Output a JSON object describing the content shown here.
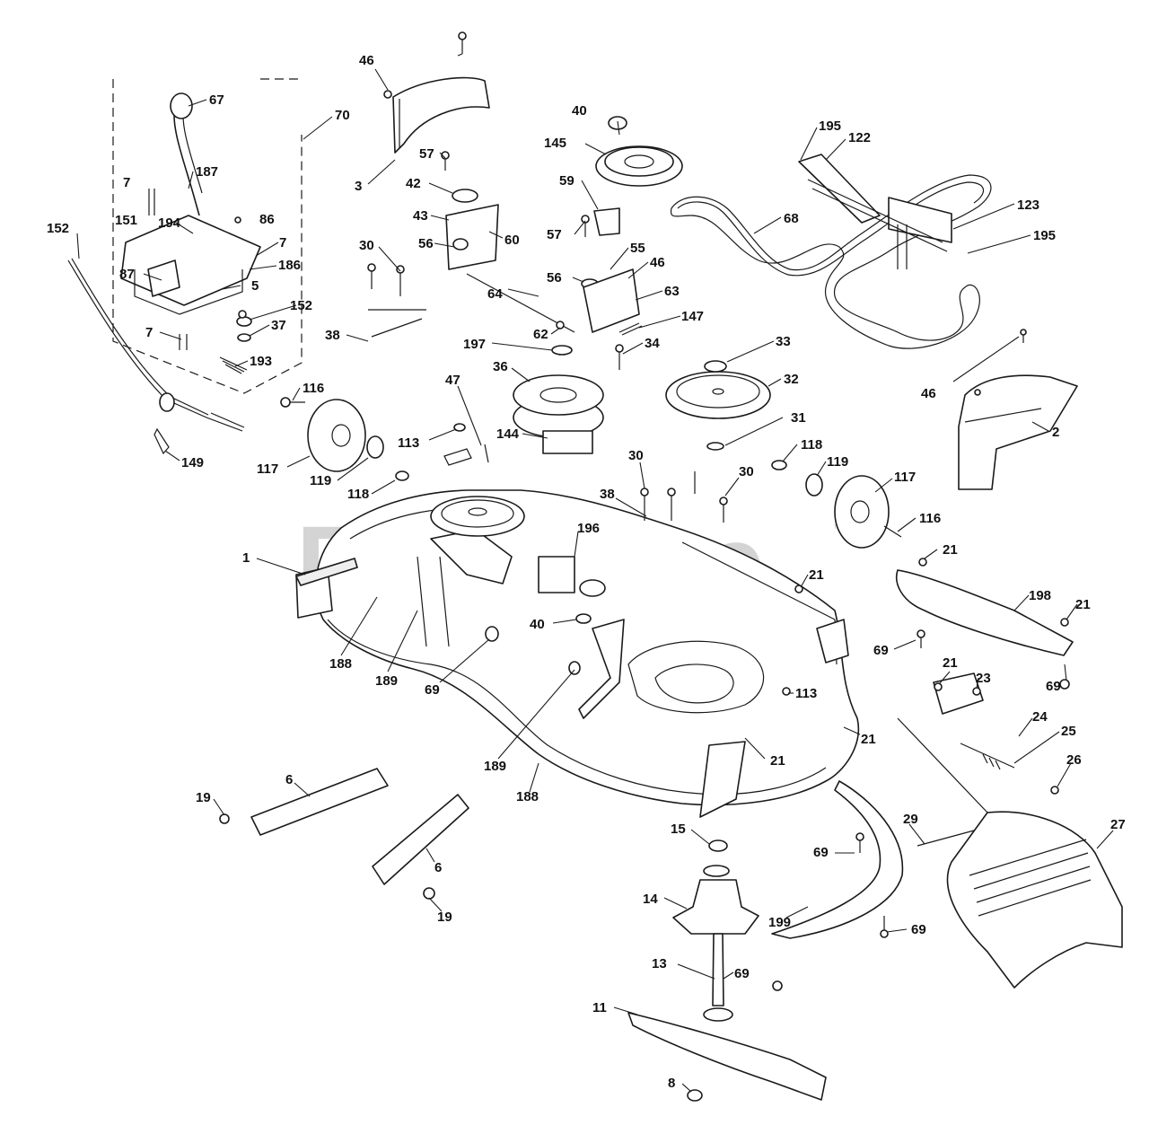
{
  "watermark": {
    "text": "PartsTree",
    "trademark": "™",
    "color": "#bdbdbd"
  },
  "callouts": [
    {
      "id": "c-46a",
      "label": "46"
    },
    {
      "id": "c-67",
      "label": "67"
    },
    {
      "id": "c-70",
      "label": "70"
    },
    {
      "id": "c-3",
      "label": "3"
    },
    {
      "id": "c-40a",
      "label": "40"
    },
    {
      "id": "c-145",
      "label": "145"
    },
    {
      "id": "c-195a",
      "label": "195"
    },
    {
      "id": "c-122",
      "label": "122"
    },
    {
      "id": "c-187",
      "label": "187"
    },
    {
      "id": "c-57a",
      "label": "57"
    },
    {
      "id": "c-42",
      "label": "42"
    },
    {
      "id": "c-59",
      "label": "59"
    },
    {
      "id": "c-7a",
      "label": "7"
    },
    {
      "id": "c-151",
      "label": "151"
    },
    {
      "id": "c-194",
      "label": "194"
    },
    {
      "id": "c-86",
      "label": "86"
    },
    {
      "id": "c-43",
      "label": "43"
    },
    {
      "id": "c-60",
      "label": "60"
    },
    {
      "id": "c-68",
      "label": "68"
    },
    {
      "id": "c-123",
      "label": "123"
    },
    {
      "id": "c-152a",
      "label": "152"
    },
    {
      "id": "c-7b",
      "label": "7"
    },
    {
      "id": "c-30a",
      "label": "30"
    },
    {
      "id": "c-56a",
      "label": "56"
    },
    {
      "id": "c-57b",
      "label": "57"
    },
    {
      "id": "c-55",
      "label": "55"
    },
    {
      "id": "c-195b",
      "label": "195"
    },
    {
      "id": "c-186",
      "label": "186"
    },
    {
      "id": "c-87",
      "label": "87"
    },
    {
      "id": "c-46b",
      "label": "46"
    },
    {
      "id": "c-5",
      "label": "5"
    },
    {
      "id": "c-56b",
      "label": "56"
    },
    {
      "id": "c-64",
      "label": "64"
    },
    {
      "id": "c-63",
      "label": "63"
    },
    {
      "id": "c-152b",
      "label": "152"
    },
    {
      "id": "c-37",
      "label": "37"
    },
    {
      "id": "c-147",
      "label": "147"
    },
    {
      "id": "c-7c",
      "label": "7"
    },
    {
      "id": "c-38a",
      "label": "38"
    },
    {
      "id": "c-62",
      "label": "62"
    },
    {
      "id": "c-197",
      "label": "197"
    },
    {
      "id": "c-34",
      "label": "34"
    },
    {
      "id": "c-33",
      "label": "33"
    },
    {
      "id": "c-193",
      "label": "193"
    },
    {
      "id": "c-36",
      "label": "36"
    },
    {
      "id": "c-32",
      "label": "32"
    },
    {
      "id": "c-46c",
      "label": "46"
    },
    {
      "id": "c-47",
      "label": "47"
    },
    {
      "id": "c-116a",
      "label": "116"
    },
    {
      "id": "c-31",
      "label": "31"
    },
    {
      "id": "c-2",
      "label": "2"
    },
    {
      "id": "c-113a",
      "label": "113"
    },
    {
      "id": "c-144",
      "label": "144"
    },
    {
      "id": "c-118a",
      "label": "118"
    },
    {
      "id": "c-119a",
      "label": "119"
    },
    {
      "id": "c-149",
      "label": "149"
    },
    {
      "id": "c-117a",
      "label": "117"
    },
    {
      "id": "c-119b",
      "label": "119"
    },
    {
      "id": "c-30b",
      "label": "30"
    },
    {
      "id": "c-30c",
      "label": "30"
    },
    {
      "id": "c-117b",
      "label": "117"
    },
    {
      "id": "c-118b",
      "label": "118"
    },
    {
      "id": "c-38b",
      "label": "38"
    },
    {
      "id": "c-196",
      "label": "196"
    },
    {
      "id": "c-116b",
      "label": "116"
    },
    {
      "id": "c-1",
      "label": "1"
    },
    {
      "id": "c-21a",
      "label": "21"
    },
    {
      "id": "c-21b",
      "label": "21"
    },
    {
      "id": "c-198",
      "label": "198"
    },
    {
      "id": "c-21c",
      "label": "21"
    },
    {
      "id": "c-40b",
      "label": "40"
    },
    {
      "id": "c-69a",
      "label": "69"
    },
    {
      "id": "c-188a",
      "label": "188"
    },
    {
      "id": "c-189a",
      "label": "189"
    },
    {
      "id": "c-21d",
      "label": "21"
    },
    {
      "id": "c-23",
      "label": "23"
    },
    {
      "id": "c-69b",
      "label": "69"
    },
    {
      "id": "c-113b",
      "label": "113"
    },
    {
      "id": "c-69c",
      "label": "69"
    },
    {
      "id": "c-24",
      "label": "24"
    },
    {
      "id": "c-25",
      "label": "25"
    },
    {
      "id": "c-21e",
      "label": "21"
    },
    {
      "id": "c-189b",
      "label": "189"
    },
    {
      "id": "c-21f",
      "label": "21"
    },
    {
      "id": "c-26",
      "label": "26"
    },
    {
      "id": "c-6a",
      "label": "6"
    },
    {
      "id": "c-188b",
      "label": "188"
    },
    {
      "id": "c-19a",
      "label": "19"
    },
    {
      "id": "c-29",
      "label": "29"
    },
    {
      "id": "c-15",
      "label": "15"
    },
    {
      "id": "c-27",
      "label": "27"
    },
    {
      "id": "c-69d",
      "label": "69"
    },
    {
      "id": "c-6b",
      "label": "6"
    },
    {
      "id": "c-14",
      "label": "14"
    },
    {
      "id": "c-199",
      "label": "199"
    },
    {
      "id": "c-19b",
      "label": "19"
    },
    {
      "id": "c-69e",
      "label": "69"
    },
    {
      "id": "c-13",
      "label": "13"
    },
    {
      "id": "c-69f",
      "label": "69"
    },
    {
      "id": "c-11",
      "label": "11"
    },
    {
      "id": "c-8",
      "label": "8"
    }
  ]
}
